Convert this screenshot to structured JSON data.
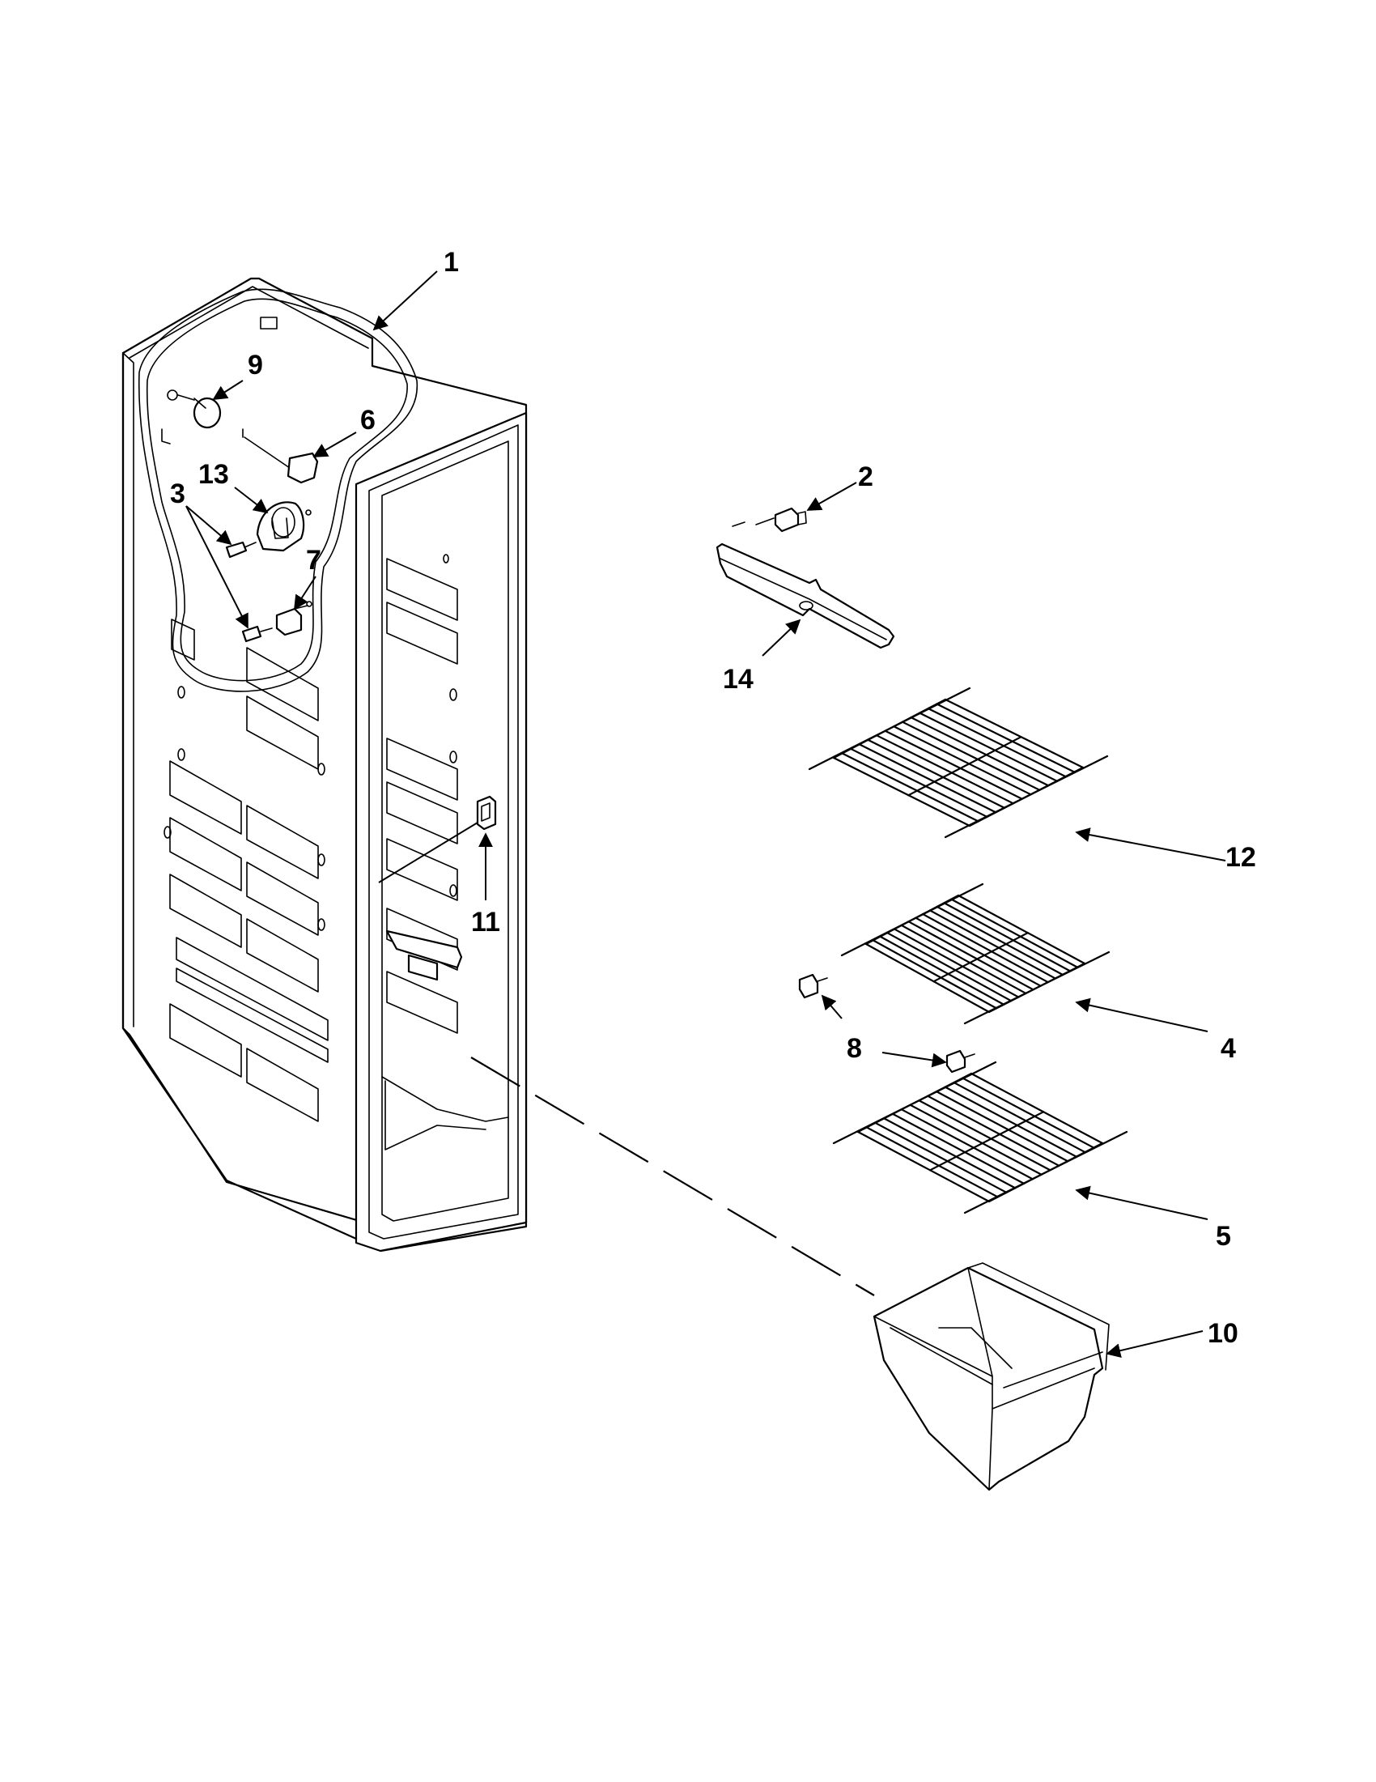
{
  "diagram": {
    "callouts": [
      {
        "id": "c1",
        "label": "1",
        "part": "freezer liner"
      },
      {
        "id": "c2",
        "label": "2",
        "part": "screw"
      },
      {
        "id": "c3",
        "label": "3",
        "part": "screw"
      },
      {
        "id": "c4",
        "label": "4",
        "part": "wire shelf"
      },
      {
        "id": "c5",
        "label": "5",
        "part": "wire shelf"
      },
      {
        "id": "c6",
        "label": "6",
        "part": "clip"
      },
      {
        "id": "c7",
        "label": "7",
        "part": "bracket"
      },
      {
        "id": "c8",
        "label": "8",
        "part": "shelf stud"
      },
      {
        "id": "c9",
        "label": "9",
        "part": "plug button"
      },
      {
        "id": "c10",
        "label": "10",
        "part": "freezer bin"
      },
      {
        "id": "c11",
        "label": "11",
        "part": "clip"
      },
      {
        "id": "c12",
        "label": "12",
        "part": "wire shelf"
      },
      {
        "id": "c13",
        "label": "13",
        "part": "housing"
      },
      {
        "id": "c14",
        "label": "14",
        "part": "support bracket"
      }
    ]
  }
}
